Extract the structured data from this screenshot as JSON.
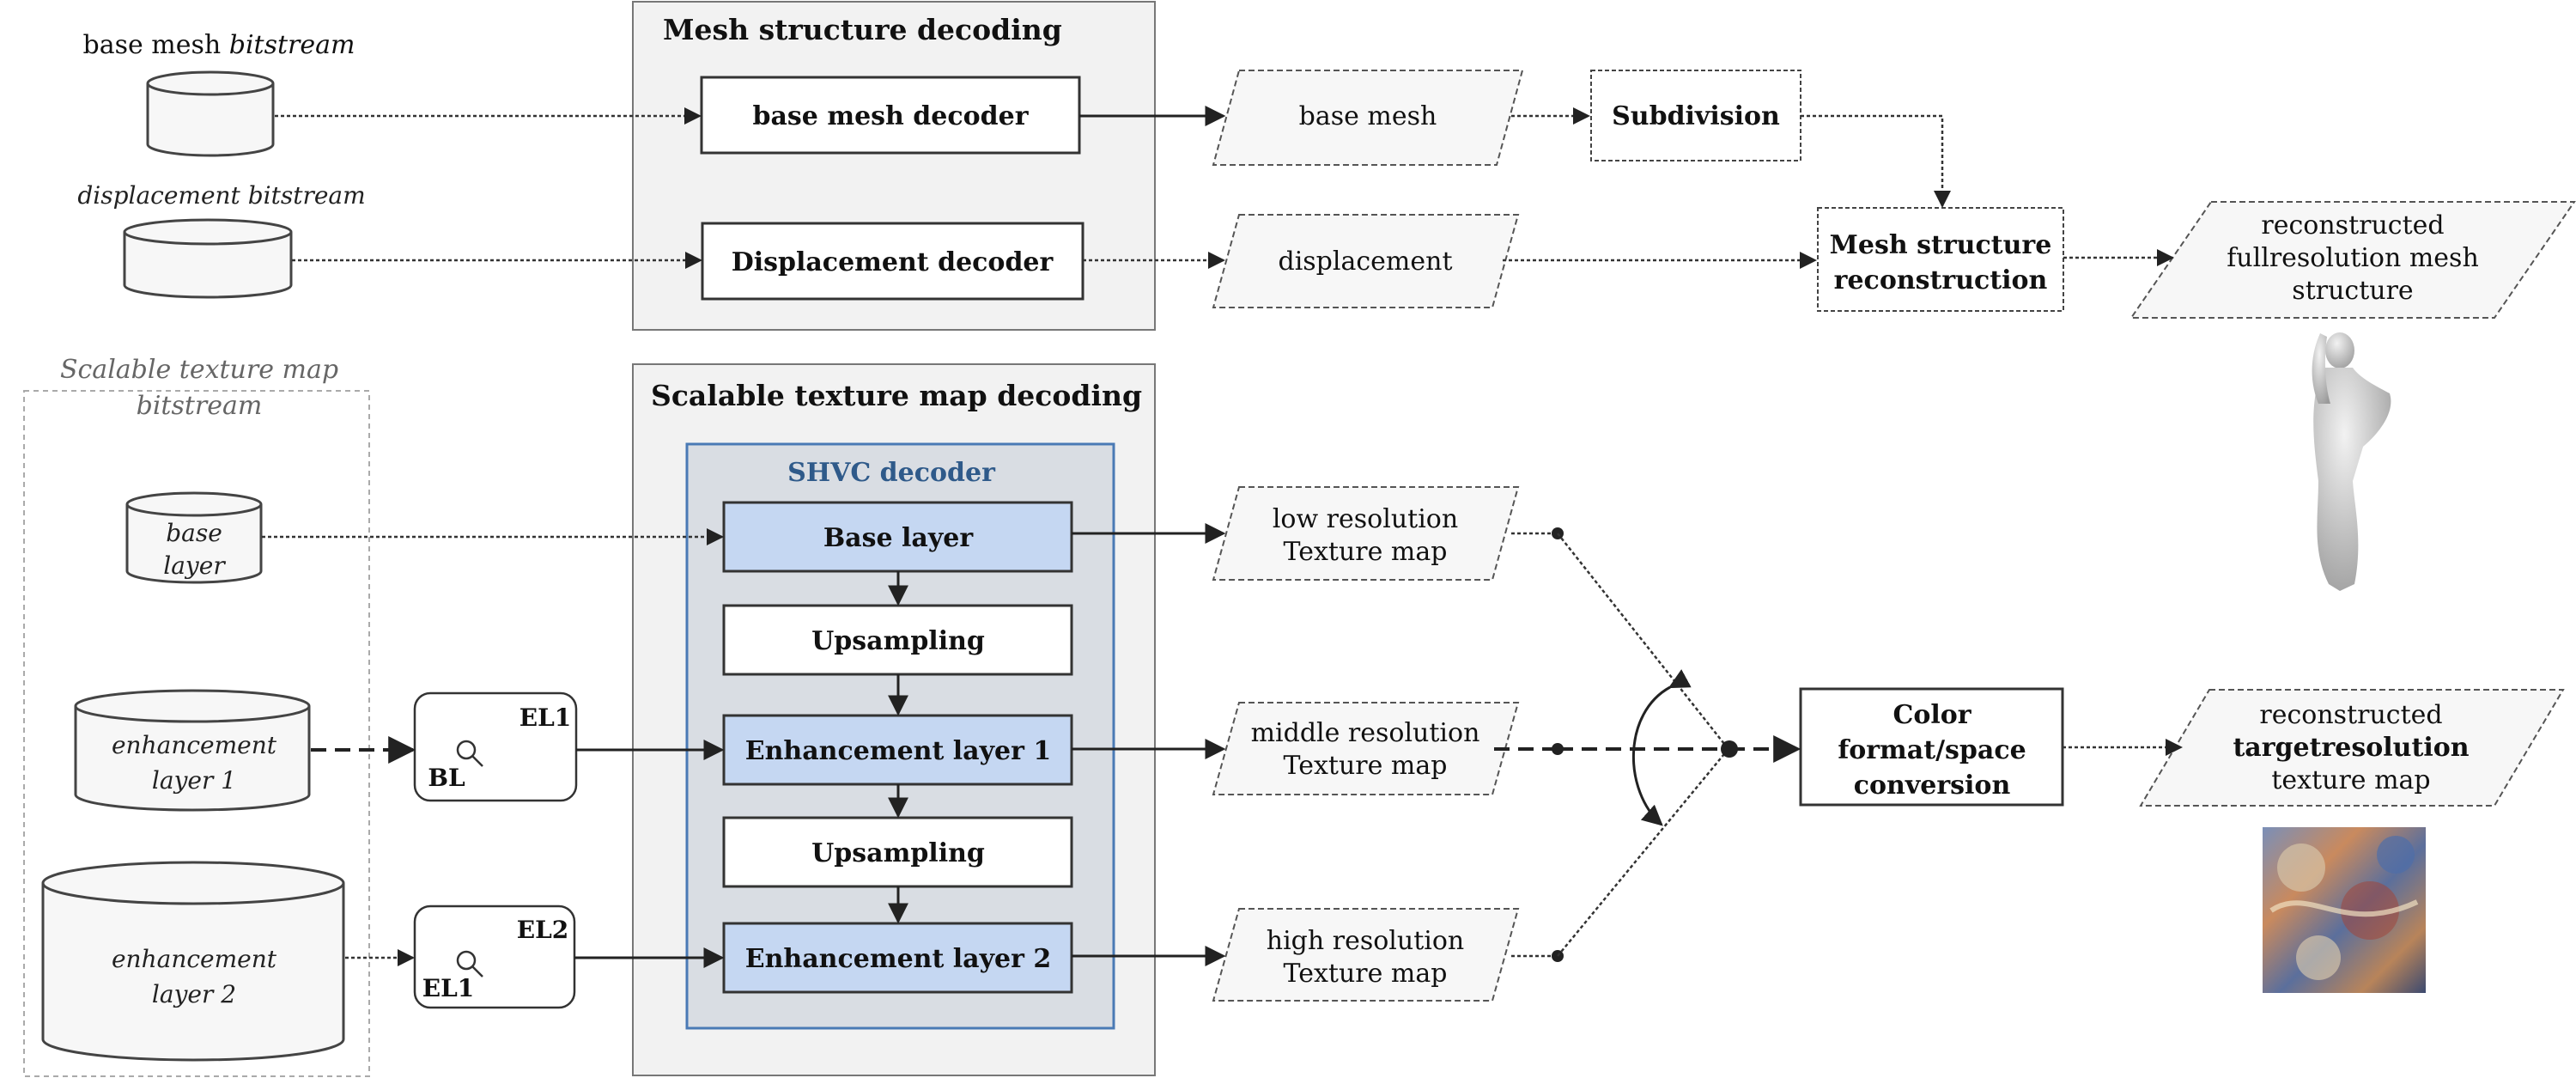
{
  "mesh_section": {
    "title": "Mesh structure decoding",
    "base_mesh_bitstream": {
      "part1": "base mesh ",
      "part2": "bitstream"
    },
    "displacement_bitstream": "displacement bitstream",
    "base_mesh_decoder": "base mesh decoder",
    "displacement_decoder": "Displacement decoder",
    "base_mesh": "base mesh",
    "displacement": "displacement",
    "subdivision": "Subdivision",
    "reconstruction": [
      "Mesh structure",
      "reconstruction"
    ],
    "output": [
      "reconstructed",
      "fullresolution mesh",
      "structure"
    ]
  },
  "texture_section": {
    "title": "Scalable texture map decoding",
    "bitstream_label": [
      "Scalable texture map",
      "bitstream"
    ],
    "base_layer_cyl": [
      "base",
      "layer"
    ],
    "enh1_cyl": [
      "enhancement",
      "layer 1"
    ],
    "enh2_cyl": [
      "enhancement",
      "layer 2"
    ],
    "extractor1": {
      "top": "EL1",
      "bottom": "BL"
    },
    "extractor2": {
      "top": "EL2",
      "bottom": "EL1"
    },
    "shvc_title": "SHVC decoder",
    "base_layer": "Base layer",
    "upsampling1": "Upsampling",
    "enh_layer1": "Enhancement layer 1",
    "upsampling2": "Upsampling",
    "enh_layer2": "Enhancement layer 2",
    "low_res": [
      "low resolution",
      "Texture map"
    ],
    "mid_res": [
      "middle resolution",
      "Texture map"
    ],
    "high_res": [
      "high resolution",
      "Texture map"
    ],
    "color_conversion": [
      "Color",
      "format/space",
      "conversion"
    ],
    "output": [
      "reconstructed",
      "targetresolution",
      "texture map"
    ]
  },
  "colors": {
    "layer_fill": "#c5d7f2",
    "shvc_fill": "#d9dde3",
    "shvc_border": "#4a7ab5",
    "section_fill": "#f2f2f2"
  }
}
